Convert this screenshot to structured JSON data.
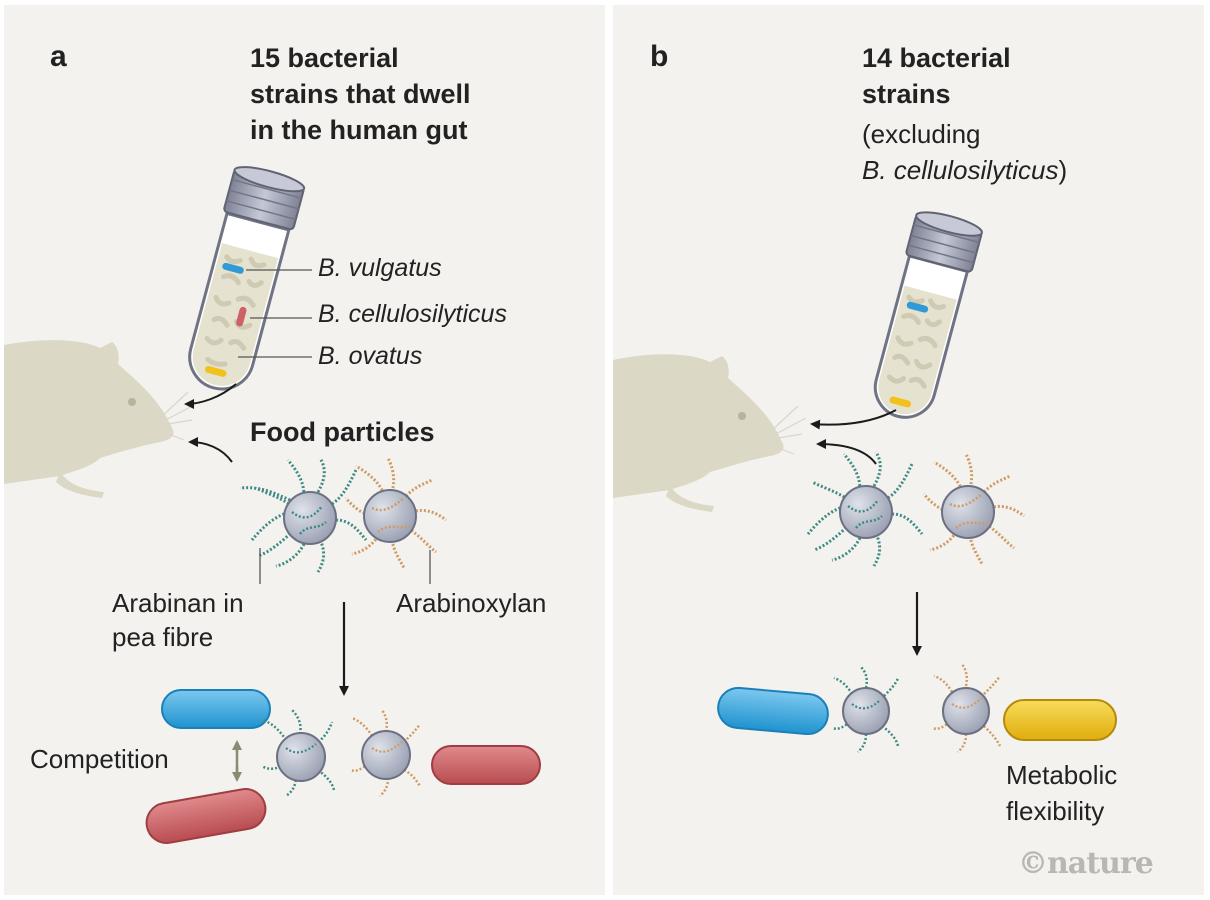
{
  "colors": {
    "background": "#f3f2ee",
    "mouse": "#dcd8c6",
    "bv_blue": "#39a9de",
    "bc_red": "#cc6266",
    "bo_yellow": "#f1c21b",
    "arabinan_teal": "#3f8a84",
    "arabinoxylan_orange": "#d09a63",
    "particle_grey": "#aeb3c2"
  },
  "panel_a": {
    "letter": "a",
    "title_lines": [
      "15 bacterial",
      "strains that dwell",
      "in the human gut"
    ],
    "species": [
      "B. vulgatus",
      "B. cellulosilyticus",
      "B. ovatus"
    ],
    "food_label": "Food particles",
    "arabinan_lines": [
      "Arabinan in",
      "pea fibre"
    ],
    "arabinoxylan_label": "Arabinoxylan",
    "competition_label": "Competition"
  },
  "panel_b": {
    "letter": "b",
    "title_lines": [
      "14 bacterial",
      "strains"
    ],
    "subtitle_line1": "(excluding",
    "subtitle_species": "B. cellulosilyticus",
    "subtitle_close": ")",
    "metabolic_lines": [
      "Metabolic",
      "flexibility"
    ]
  },
  "credit": "©nature",
  "icons": [
    "mouse-silhouette-icon",
    "test-tube-icon",
    "food-particle-icon",
    "bacterium-icon",
    "arrow-icon"
  ]
}
